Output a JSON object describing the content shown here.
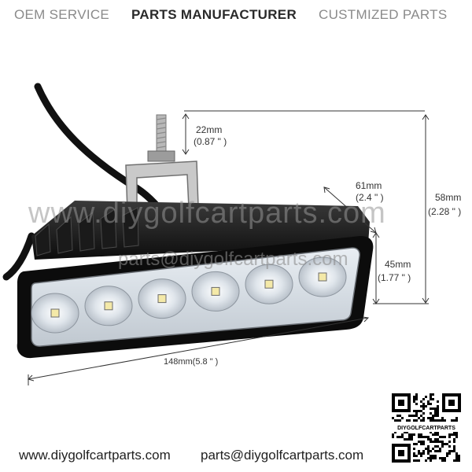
{
  "header": {
    "oem_service": "OEM SERVICE",
    "parts_manufacturer": "PARTS MANUFACTURER",
    "customized_parts": "CUSTMIZED PARTS"
  },
  "dimensions": {
    "bolt_mm": "22mm",
    "bolt_in": "(0.87 \" )",
    "depth_mm": "61mm",
    "depth_in": "(2.4 \" )",
    "total_height_mm": "58mm",
    "total_height_in": "(2.28 \" )",
    "face_height_mm": "45mm",
    "face_height_in": "(1.77 \" )",
    "length": "148mm(5.8 \" )"
  },
  "watermarks": {
    "site": "www.diygolfcartparts.com",
    "email": "parts@diygolfcartparts.com"
  },
  "footer": {
    "website": "www.diygolfcartparts.com",
    "email": "parts@diygolfcartparts.com",
    "qr_label": "DIYGOLFCARTPARTS"
  },
  "product": {
    "led_count": 6
  }
}
